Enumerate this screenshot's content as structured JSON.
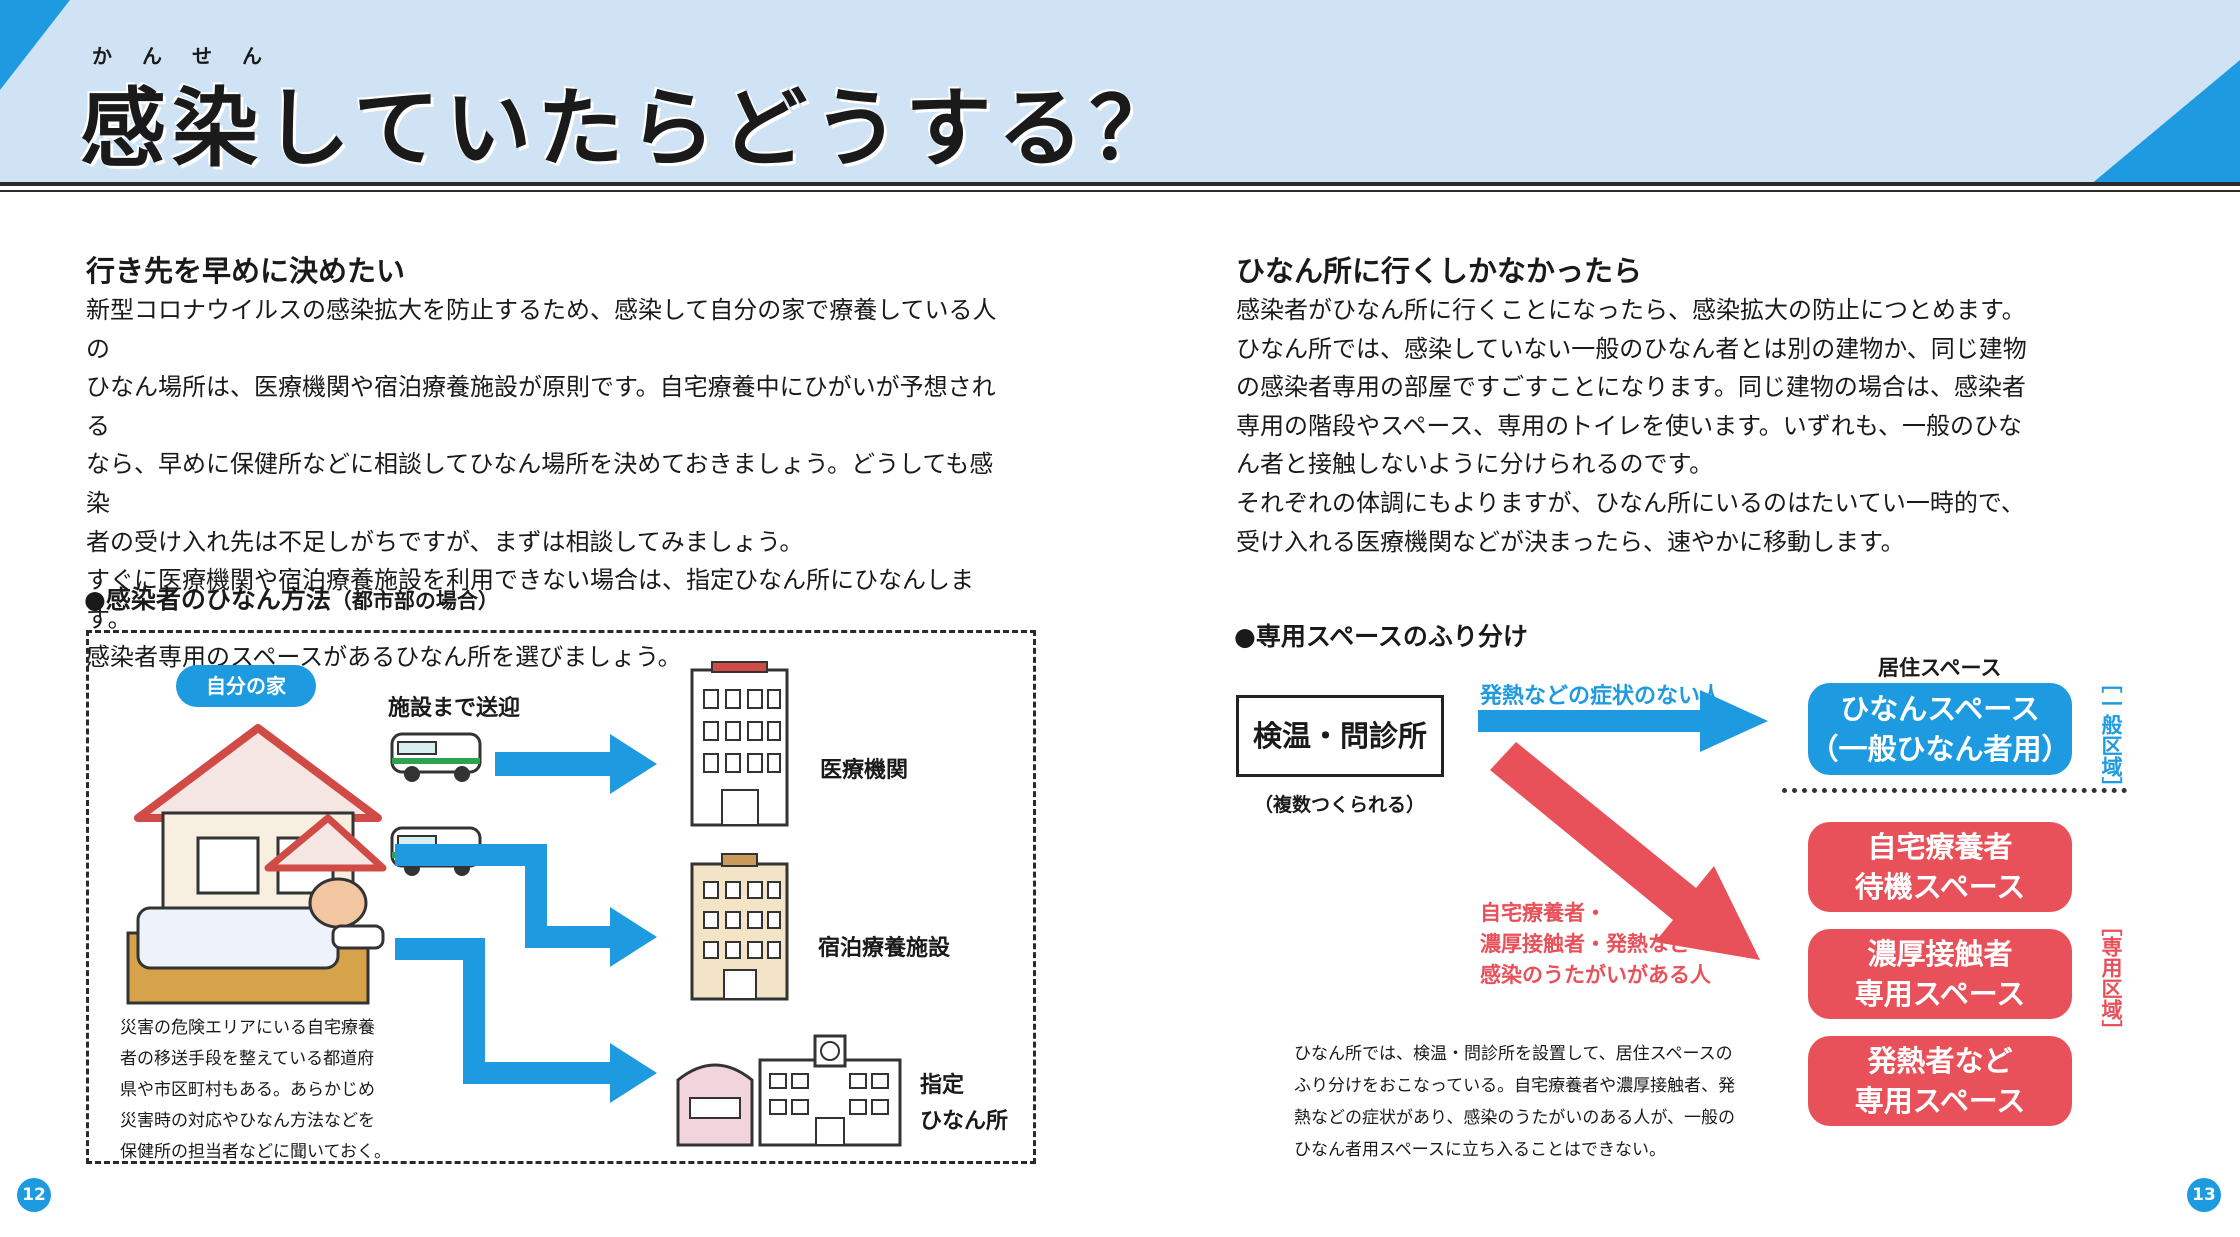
{
  "header": {
    "title": "感染していたらどうする？",
    "title_ruby": "かんせん"
  },
  "left": {
    "heading": "行き先を早めに決めたい",
    "paragraph_lines": [
      "新型コロナウイルスの感染拡大を防止するため、感染して自分の家で療養している人の",
      "ひなん場所は、医療機関や宿泊療養施設が原則です。自宅療養中にひがいが予想される",
      "なら、早めに保健所などに相談してひなん場所を決めておきましょう。どうしても感染",
      "者の受け入れ先は不足しがちですが、まずは相談してみましょう。",
      "すぐに医療機関や宿泊療養施設を利用できない場合は、指定ひなん所にひなんします。",
      "感染者専用のスペースがあるひなん所を選びましょう。"
    ],
    "section_title": "感染者のひなん方法",
    "section_sub": "（都市部の場合）",
    "flow": {
      "home_label": "自分の家",
      "transport_label": "施設まで送迎",
      "dest1": "医療機関",
      "dest2": "宿泊療養施設",
      "dest3_line1": "指定",
      "dest3_line2": "ひなん所",
      "note_lines": [
        "災害の危険エリアにいる自宅療養",
        "者の移送手段を整えている都道府",
        "県や市区町村もある。あらかじめ",
        "災害時の対応やひなん方法などを",
        "保健所の担当者などに聞いておく。"
      ]
    },
    "page_number": "12"
  },
  "right": {
    "heading": "ひなん所に行くしかなかったら",
    "paragraph_lines": [
      "感染者がひなん所に行くことになったら、感染拡大の防止につとめます。",
      "ひなん所では、感染していない一般のひなん者とは別の建物か、同じ建物",
      "の感染者専用の部屋ですごすことになります。同じ建物の場合は、感染者",
      "専用の階段やスペース、専用のトイレを使います。いずれも、一般のひな",
      "ん者と接触しないように分けられるのです。",
      "それぞれの体調にもよりますが、ひなん所にいるのはたいてい一時的で、",
      "受け入れる医療機関などが決まったら、速やかに移動します。"
    ],
    "section_title": "専用スペースのふり分け",
    "diagram": {
      "checkpoint": "検温・問診所",
      "checkpoint_note": "（複数つくられる）",
      "blue_arrow_label": "発熱などの症状のない人",
      "red_arrow_label_lines": [
        "自宅療養者・",
        "濃厚接触者・発熱など",
        "感染のうたがいがある人"
      ],
      "residence_label": "居住スペース",
      "general_box_line1": "ひなんスペース",
      "general_box_line2": "（一般ひなん者用）",
      "general_zone": "［一般区域］",
      "red_boxes": [
        {
          "line1": "自宅療養者",
          "line2": "待機スペース"
        },
        {
          "line1": "濃厚接触者",
          "line2": "専用スペース"
        },
        {
          "line1": "発熱者など",
          "line2": "専用スペース"
        }
      ],
      "dedicated_zone": "［専用区域］",
      "note_lines": [
        "ひなん所では、検温・問診所を設置して、居住スペースの",
        "ふり分けをおこなっている。自宅療養者や濃厚接触者、発",
        "熱などの症状があり、感染のうたがいのある人が、一般の",
        "ひなん者用スペースに立ち入ることはできない。"
      ]
    },
    "page_number": "13"
  },
  "colors": {
    "header_bg": "#cfe3f5",
    "accent_blue": "#1e9be0",
    "accent_red": "#e8515a"
  }
}
